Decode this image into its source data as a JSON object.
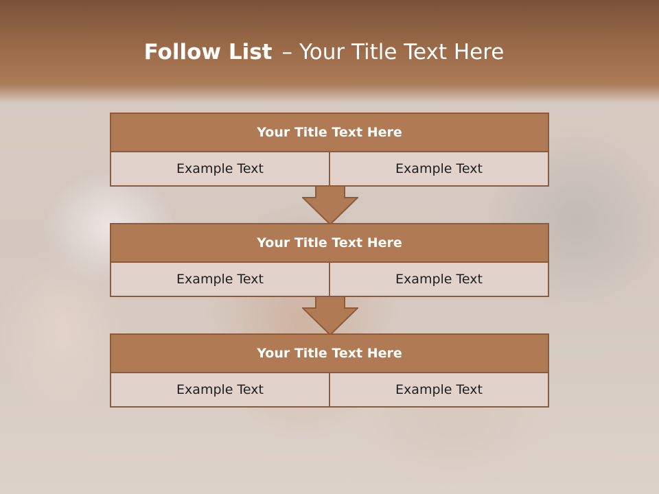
{
  "slide": {
    "title_bold": "Follow List",
    "title_sep": "–",
    "title_rest": "Your Title Text Here",
    "blocks": [
      {
        "title": "Your Title Text Here",
        "left": "Example Text",
        "right": "Example Text"
      },
      {
        "title": "Your Title Text Here",
        "left": "Example Text",
        "right": "Example Text"
      },
      {
        "title": "Your Title Text Here",
        "left": "Example Text",
        "right": "Example Text"
      }
    ]
  },
  "colors": {
    "header_brown": "#9a6a48",
    "block_title_fill": "#b07a55",
    "block_border": "#8c5b3c",
    "cell_fill": "#e1d2cb"
  }
}
